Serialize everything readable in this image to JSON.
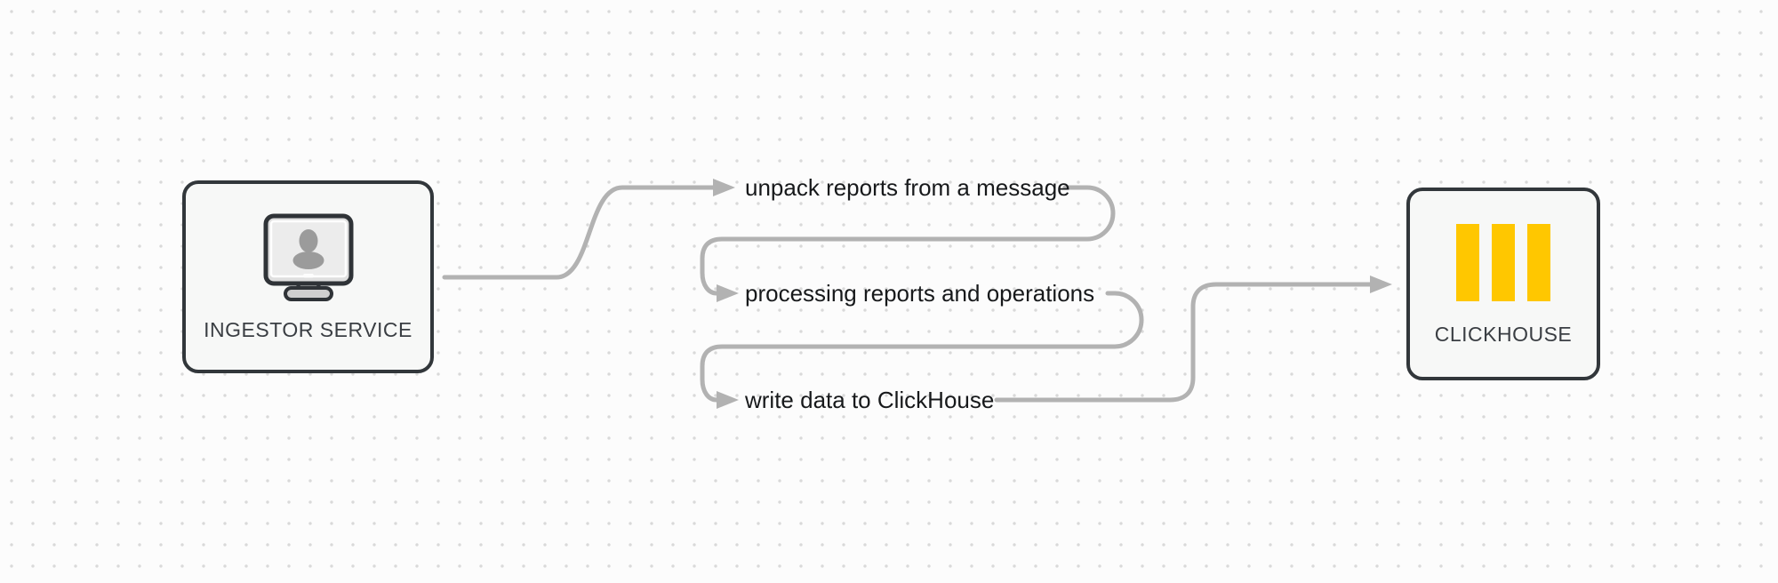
{
  "diagram": {
    "nodes": [
      {
        "label": "INGESTOR SERVICE",
        "icon": "monitor-user"
      },
      {
        "label": "CLICKHOUSE",
        "icon": "clickhouse-bars"
      }
    ],
    "steps": [
      {
        "label": "unpack reports from a message"
      },
      {
        "label": "processing reports and operations"
      },
      {
        "label": "write data to ClickHouse"
      }
    ]
  },
  "colors": {
    "accent_yellow": "#FFC700",
    "connector_gray": "#b2b2b2",
    "node_border": "#32373b",
    "node_fill": "#f7f8f7",
    "step_text": "#17191b",
    "node_label_text": "#3a3e43",
    "canvas_background": "#fcfcfc",
    "grid_dot": "#d9d9d9"
  }
}
